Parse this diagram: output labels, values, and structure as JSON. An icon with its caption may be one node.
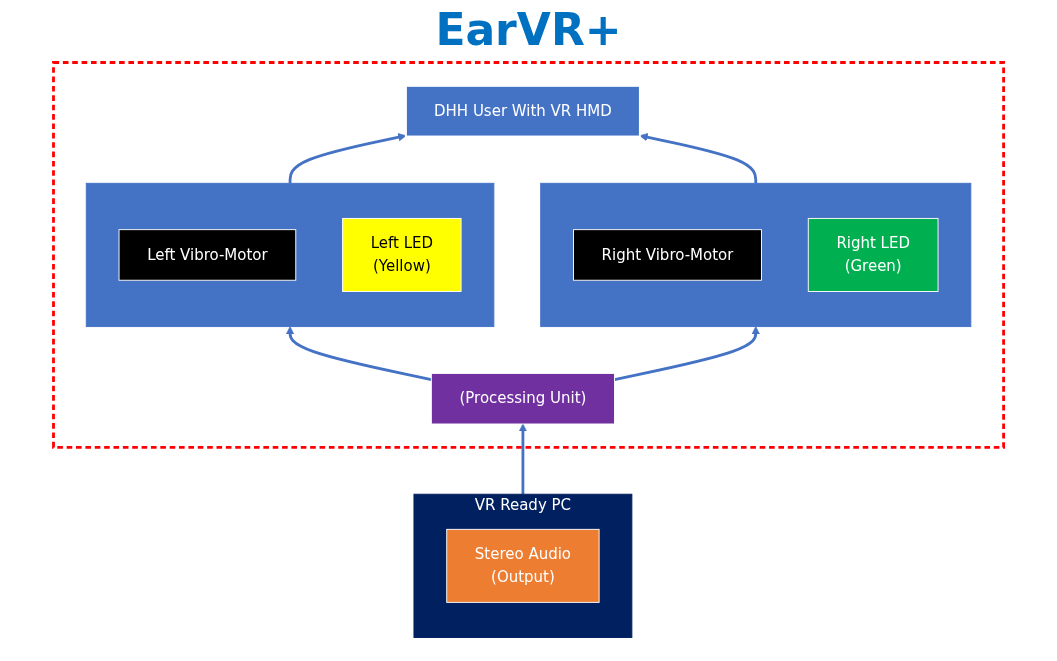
{
  "diagram": {
    "title": "EarVR+",
    "nodes": [
      {
        "text": [],
        "shape": "box"
      },
      {
        "text": [
          "DHH User With VR HMD"
        ],
        "in": 0
      },
      {
        "text": [],
        "shape": "box",
        "in": 0
      },
      {
        "text": [
          "Left Vibro-Motor"
        ],
        "in": 2
      },
      {
        "text": [
          "Left LED",
          "(Yellow)"
        ],
        "in": 2
      },
      {
        "text": [
          "(Processing Unit)"
        ],
        "in": 0
      },
      {
        "text": [],
        "shape": "box",
        "in": 0
      },
      {
        "text": [
          "Right Vibro-Motor"
        ],
        "in": 6
      },
      {
        "text": [
          "Right LED",
          "(Green)"
        ],
        "in": 6
      },
      {
        "text": [
          "VR Ready PC"
        ]
      },
      {
        "text": [
          "Stereo Audio",
          "(Output)"
        ],
        "in": 9
      }
    ],
    "edges": [
      {
        "from": 2,
        "to": 1,
        "arrow": "to"
      },
      {
        "from": 6,
        "to": 1,
        "arrow": "to"
      },
      {
        "from": 5,
        "to": 2,
        "arrow": "to"
      },
      {
        "from": 5,
        "to": 6,
        "arrow": "to"
      },
      {
        "from": 9,
        "to": 5,
        "arrow": "to"
      }
    ]
  }
}
